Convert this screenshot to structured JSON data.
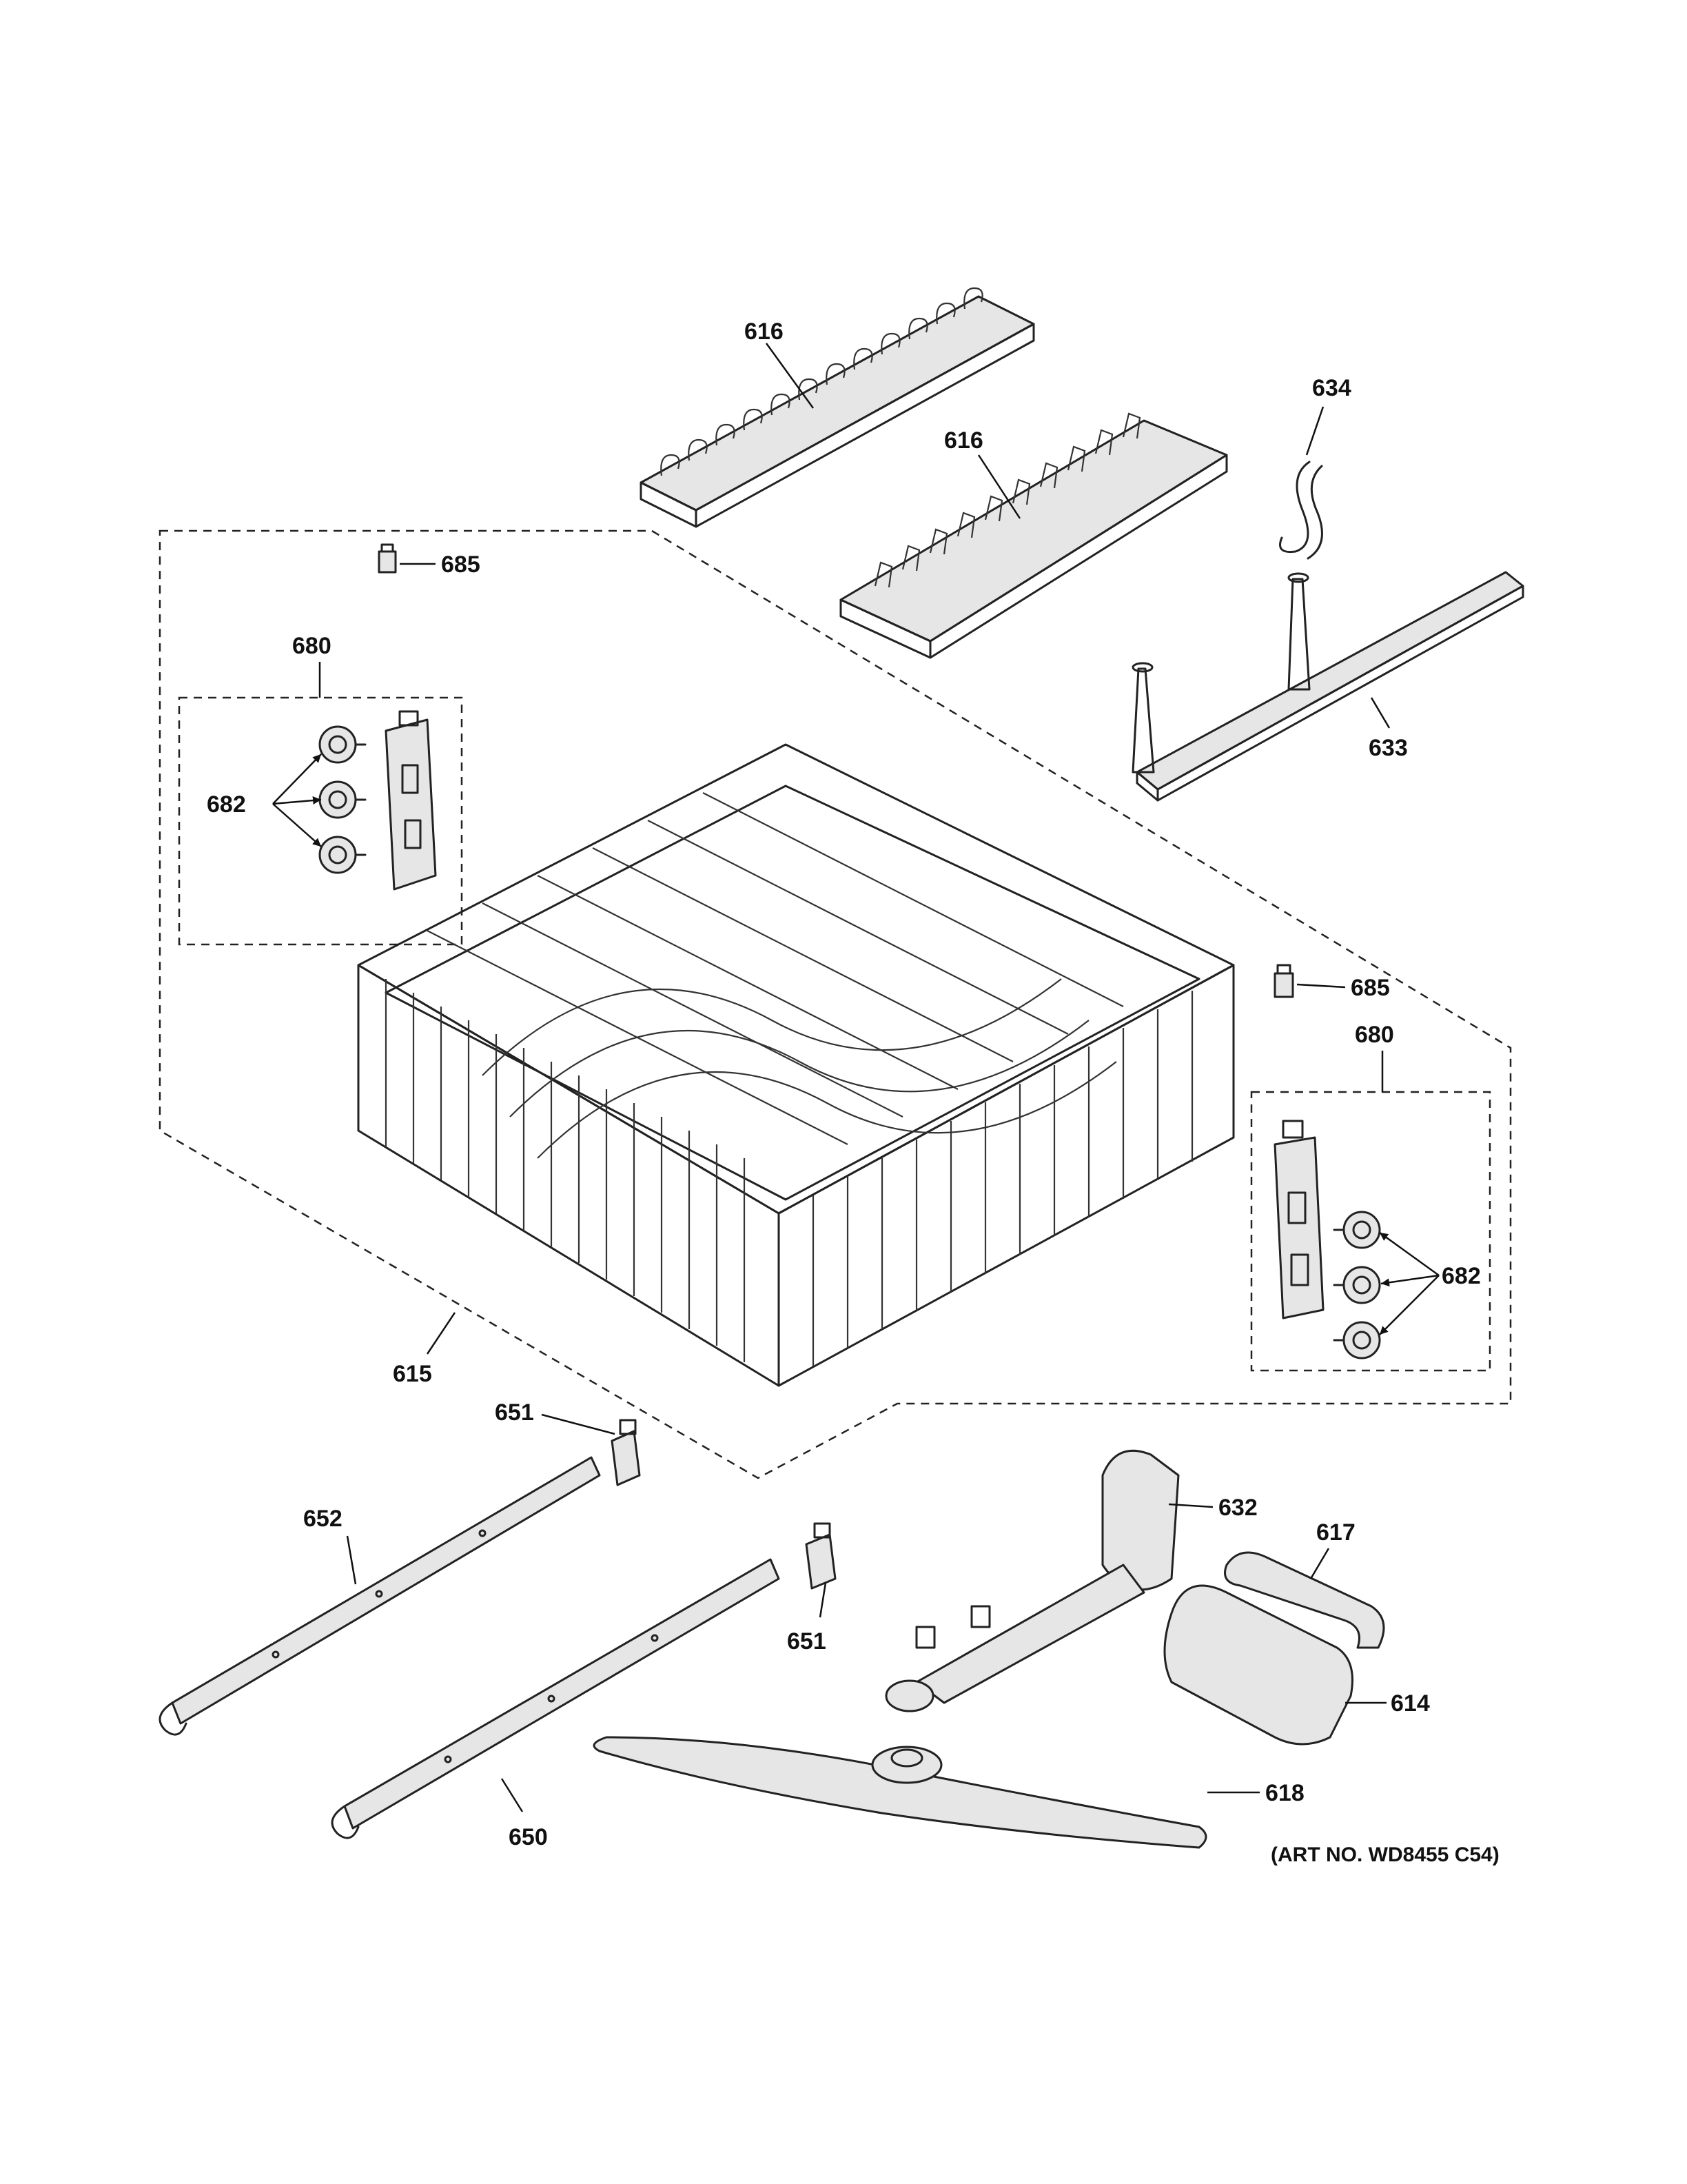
{
  "labels": {
    "p616a": "616",
    "p616b": "616",
    "p634": "634",
    "p685a": "685",
    "p680a": "680",
    "p682a": "682",
    "p633": "633",
    "p685b": "685",
    "p680b": "680",
    "p682b": "682",
    "p615": "615",
    "p651a": "651",
    "p652": "652",
    "p632": "632",
    "p617": "617",
    "p651b": "651",
    "p614": "614",
    "p618": "618",
    "p650": "650"
  },
  "art_number": "(ART NO. WD8455 C54)"
}
